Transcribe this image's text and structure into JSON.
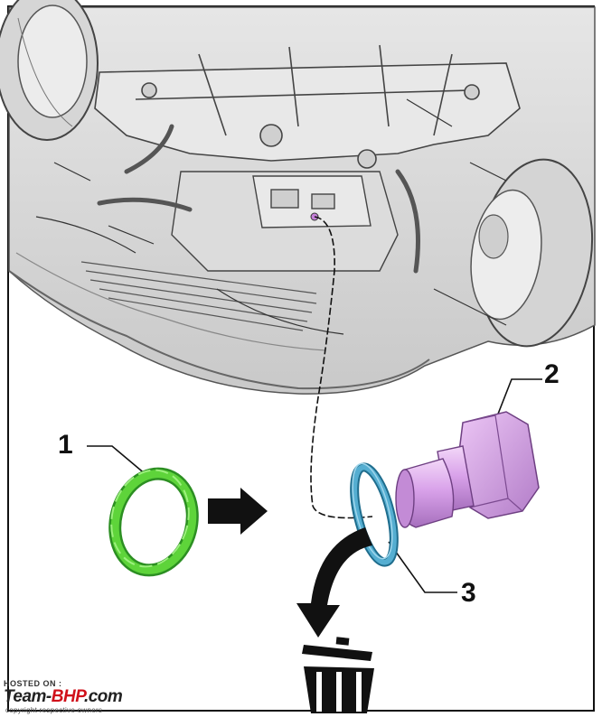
{
  "callouts": {
    "c1": "1",
    "c2": "2",
    "c3": "3"
  },
  "parts": {
    "new_seal_color": "#5ed43a",
    "plug_color": "#d9a2ea",
    "old_seal_color": "#55aed1"
  },
  "icons": {
    "arrow": "right-arrow-icon",
    "discard": "curved-arrow-icon",
    "bin": "trash-bin-icon"
  },
  "watermark": {
    "hosted": "HOSTED ON :",
    "brand_a": "Team-",
    "brand_b": "BHP",
    "brand_c": ".com",
    "copyright": "copyright respective owners"
  }
}
